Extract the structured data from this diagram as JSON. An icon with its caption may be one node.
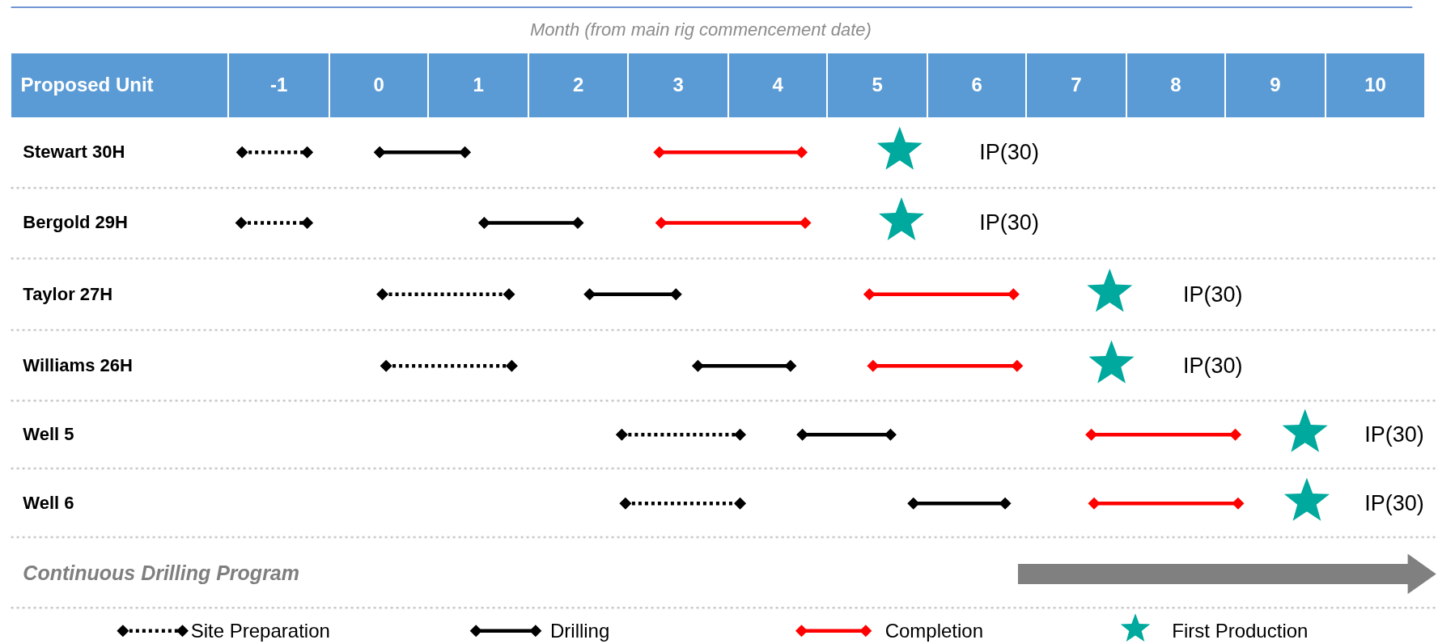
{
  "diagram": {
    "labels": [
      "Month (from main rig commencement date)",
      "Proposed Unit",
      "-1",
      "0",
      "1",
      "2",
      "3",
      "4",
      "5",
      "6",
      "7",
      "8",
      "9",
      "10",
      "Stewart 30H",
      "IP(30)",
      "Bergold 29H",
      "IP(30)",
      "Taylor 27H",
      "IP(30)",
      "Williams 26H",
      "IP(30)",
      "Well 5",
      "IP(30)",
      "Well 6",
      "IP(30)",
      "Continuous Drilling Program"
    ],
    "legend": [
      {
        "text": "Site Preparation"
      },
      {
        "text": "Drilling"
      },
      {
        "text": "Completion"
      },
      {
        "text": "First Production"
      }
    ]
  }
}
